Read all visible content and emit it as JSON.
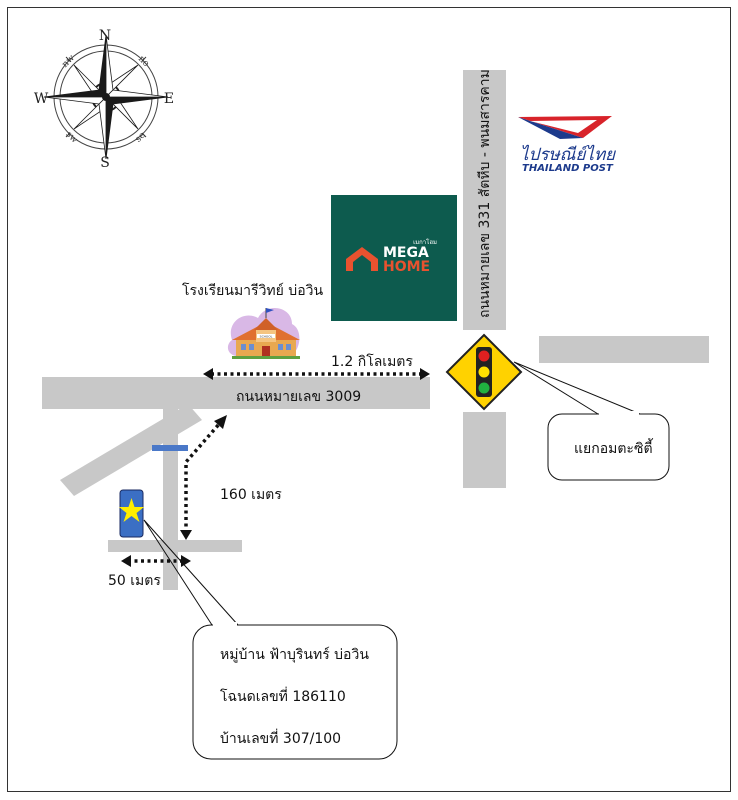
{
  "compass": {
    "north": "N",
    "south": "S",
    "east": "E",
    "west": "W",
    "northwest": "nw",
    "northeast": "ne",
    "southwest": "sw",
    "southeast": "se"
  },
  "logos": {
    "megahome_small": "เมกาโฮม",
    "megahome_line1": "MEGA",
    "megahome_line2": "HOME",
    "post_thai": "ไปรษณีย์ไทย",
    "post_english": "THAILAND POST",
    "school_sign": "SCHOOL"
  },
  "labels": {
    "school": "โรงเรียนมารีวิทย์ บ่อวิน",
    "road_3009": "ถนนหมายเลข 3009",
    "road_331": "ถนนหมายเลข 331 สัตหีบ - พนมสารคาม",
    "distance_1_2km": "1.2 กิโลเมตร",
    "distance_160m": "160 เมตร",
    "distance_50m": "50 เมตร",
    "intersection": "แยกอมตะซิตี้"
  },
  "destination": {
    "village": "หมู่บ้าน ฟ้าบุรินทร์ บ่อวิน",
    "deed": "โฉนดเลขที่ 186110",
    "house_number": "บ้านเลขที่ 307/100"
  },
  "colors": {
    "road": "#c8c8c8",
    "megahome_bg": "#0d5b4e",
    "megahome_accent": "#e8522f",
    "post_blue": "#1c3a8c",
    "post_red": "#d8232a",
    "sign_yellow": "#ffd200",
    "marker_blue": "#3b6fc4",
    "marker_star": "#ffee00",
    "bar_blue": "#4a78c8"
  }
}
